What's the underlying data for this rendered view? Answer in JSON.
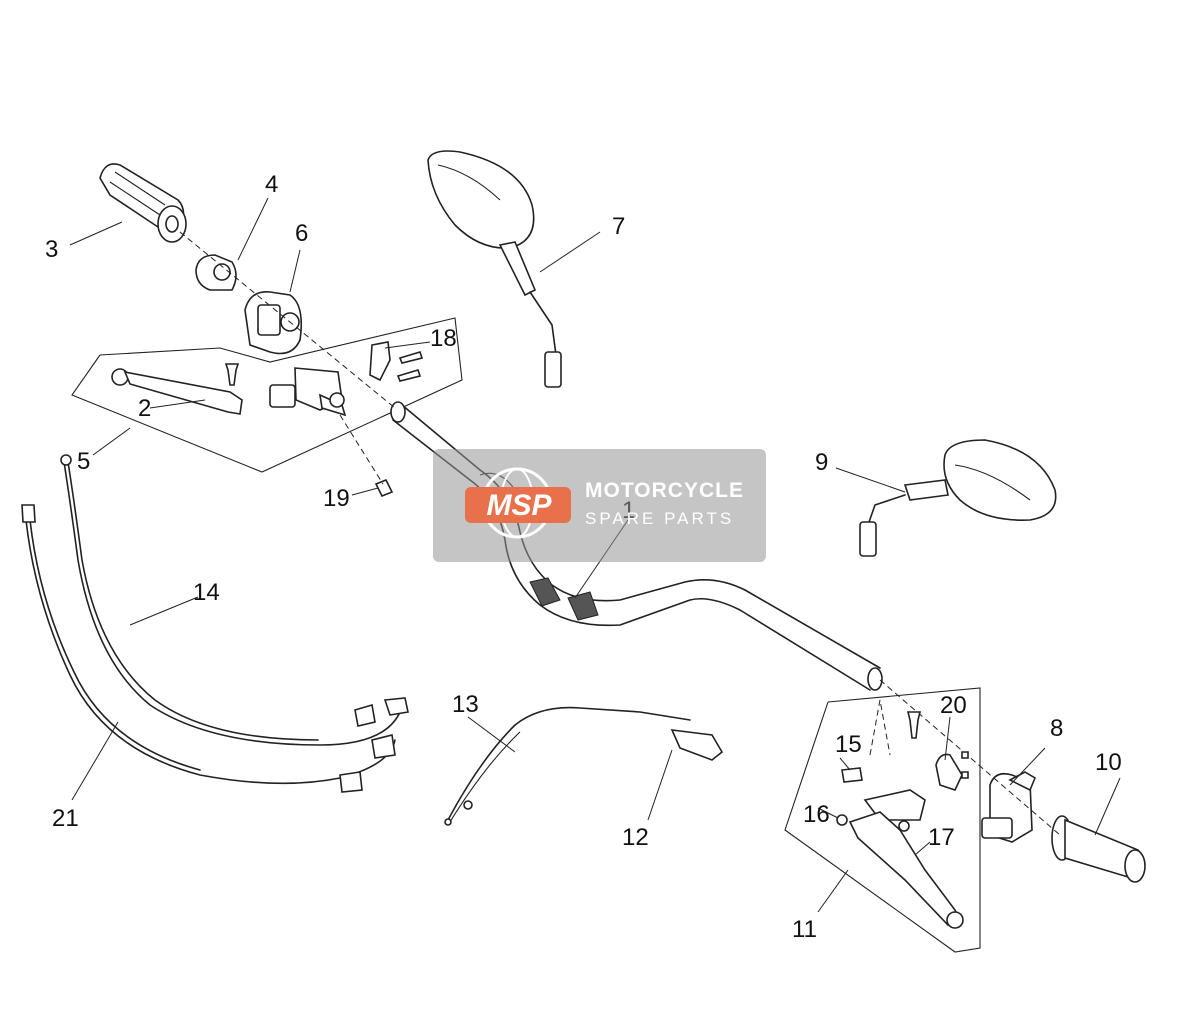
{
  "diagram": {
    "callouts": {
      "c1": "1",
      "c2": "2",
      "c3": "3",
      "c4": "4",
      "c5": "5",
      "c6": "6",
      "c7": "7",
      "c8": "8",
      "c9": "9",
      "c10": "10",
      "c11": "11",
      "c12": "12",
      "c13": "13",
      "c14": "14",
      "c15": "15",
      "c16": "16",
      "c17": "17",
      "c18": "18",
      "c19": "19",
      "c20": "20",
      "c21": "21"
    }
  },
  "watermark": {
    "logo_text": "MSP",
    "title": "MOTORCYCLE",
    "subtitle": "SPARE PARTS",
    "accent_color": "#e8704a"
  }
}
